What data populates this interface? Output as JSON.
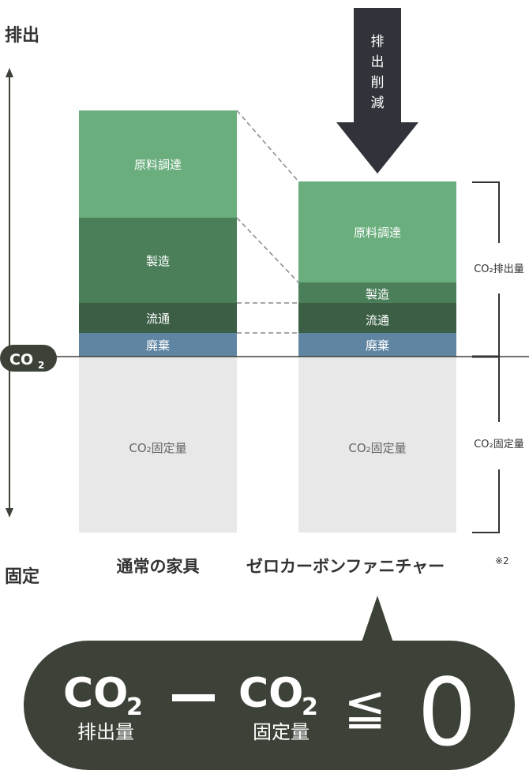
{
  "axis": {
    "top_label": "排出",
    "bottom_label": "固定",
    "baseline_badge": "CO",
    "baseline_badge_sub": "2"
  },
  "reduction_arrow": {
    "label": [
      "排",
      "出",
      "削",
      "減"
    ]
  },
  "bars": [
    {
      "name": "通常の家具",
      "segments": [
        "原料調達",
        "製造",
        "流通",
        "廃棄"
      ],
      "fixed": "CO₂固定量"
    },
    {
      "name": "ゼロカーボンファニチャー",
      "note": "※2",
      "segments": [
        "原料調達",
        "製造",
        "流通",
        "廃棄"
      ],
      "fixed": "CO₂固定量"
    }
  ],
  "bracket": {
    "emission": "CO₂排出量",
    "fixed": "CO₂固定量"
  },
  "formula": {
    "left_main": "CO",
    "left_sub": "2",
    "left_caption": "排出量",
    "minus": "−",
    "right_main": "CO",
    "right_sub": "2",
    "right_caption": "固定量",
    "relation": "≦",
    "value": "0"
  },
  "colors": {
    "raw": "#6aae7e",
    "manufacture": "#4a7f5a",
    "distribution": "#3b5e45",
    "disposal": "#5f85a3",
    "fixed": "#e8e8e8",
    "dark": "#3d4238",
    "arrow": "#30343a"
  }
}
